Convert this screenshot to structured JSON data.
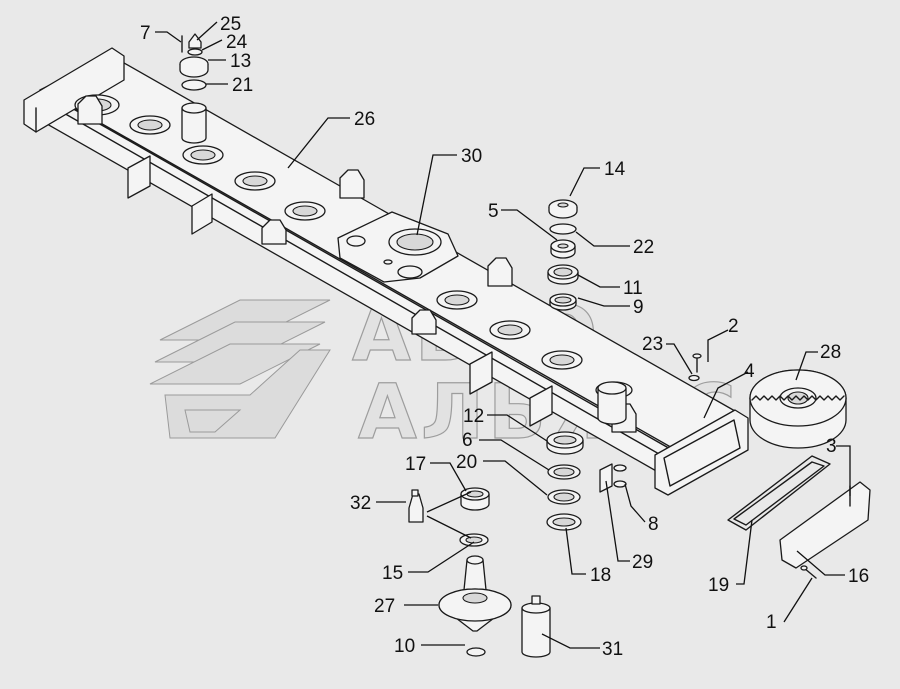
{
  "diagram": {
    "watermark": {
      "line1": "АВТО",
      "line2": "АЛЬЯНС"
    },
    "callouts": [
      {
        "id": "c7",
        "label": "7"
      },
      {
        "id": "c25",
        "label": "25"
      },
      {
        "id": "c24",
        "label": "24"
      },
      {
        "id": "c13",
        "label": "13"
      },
      {
        "id": "c21",
        "label": "21"
      },
      {
        "id": "c26",
        "label": "26"
      },
      {
        "id": "c30",
        "label": "30"
      },
      {
        "id": "c14",
        "label": "14"
      },
      {
        "id": "c5",
        "label": "5"
      },
      {
        "id": "c22",
        "label": "22"
      },
      {
        "id": "c11",
        "label": "11"
      },
      {
        "id": "c9",
        "label": "9"
      },
      {
        "id": "c2",
        "label": "2"
      },
      {
        "id": "c23",
        "label": "23"
      },
      {
        "id": "c28",
        "label": "28"
      },
      {
        "id": "c4",
        "label": "4"
      },
      {
        "id": "c12",
        "label": "12"
      },
      {
        "id": "c6",
        "label": "6"
      },
      {
        "id": "c17",
        "label": "17"
      },
      {
        "id": "c20",
        "label": "20"
      },
      {
        "id": "c32",
        "label": "32"
      },
      {
        "id": "c3",
        "label": "3"
      },
      {
        "id": "c8",
        "label": "8"
      },
      {
        "id": "c29",
        "label": "29"
      },
      {
        "id": "c15",
        "label": "15"
      },
      {
        "id": "c18",
        "label": "18"
      },
      {
        "id": "c19",
        "label": "19"
      },
      {
        "id": "c16",
        "label": "16"
      },
      {
        "id": "c27",
        "label": "27"
      },
      {
        "id": "c1",
        "label": "1"
      },
      {
        "id": "c10",
        "label": "10"
      },
      {
        "id": "c31",
        "label": "31"
      }
    ]
  }
}
